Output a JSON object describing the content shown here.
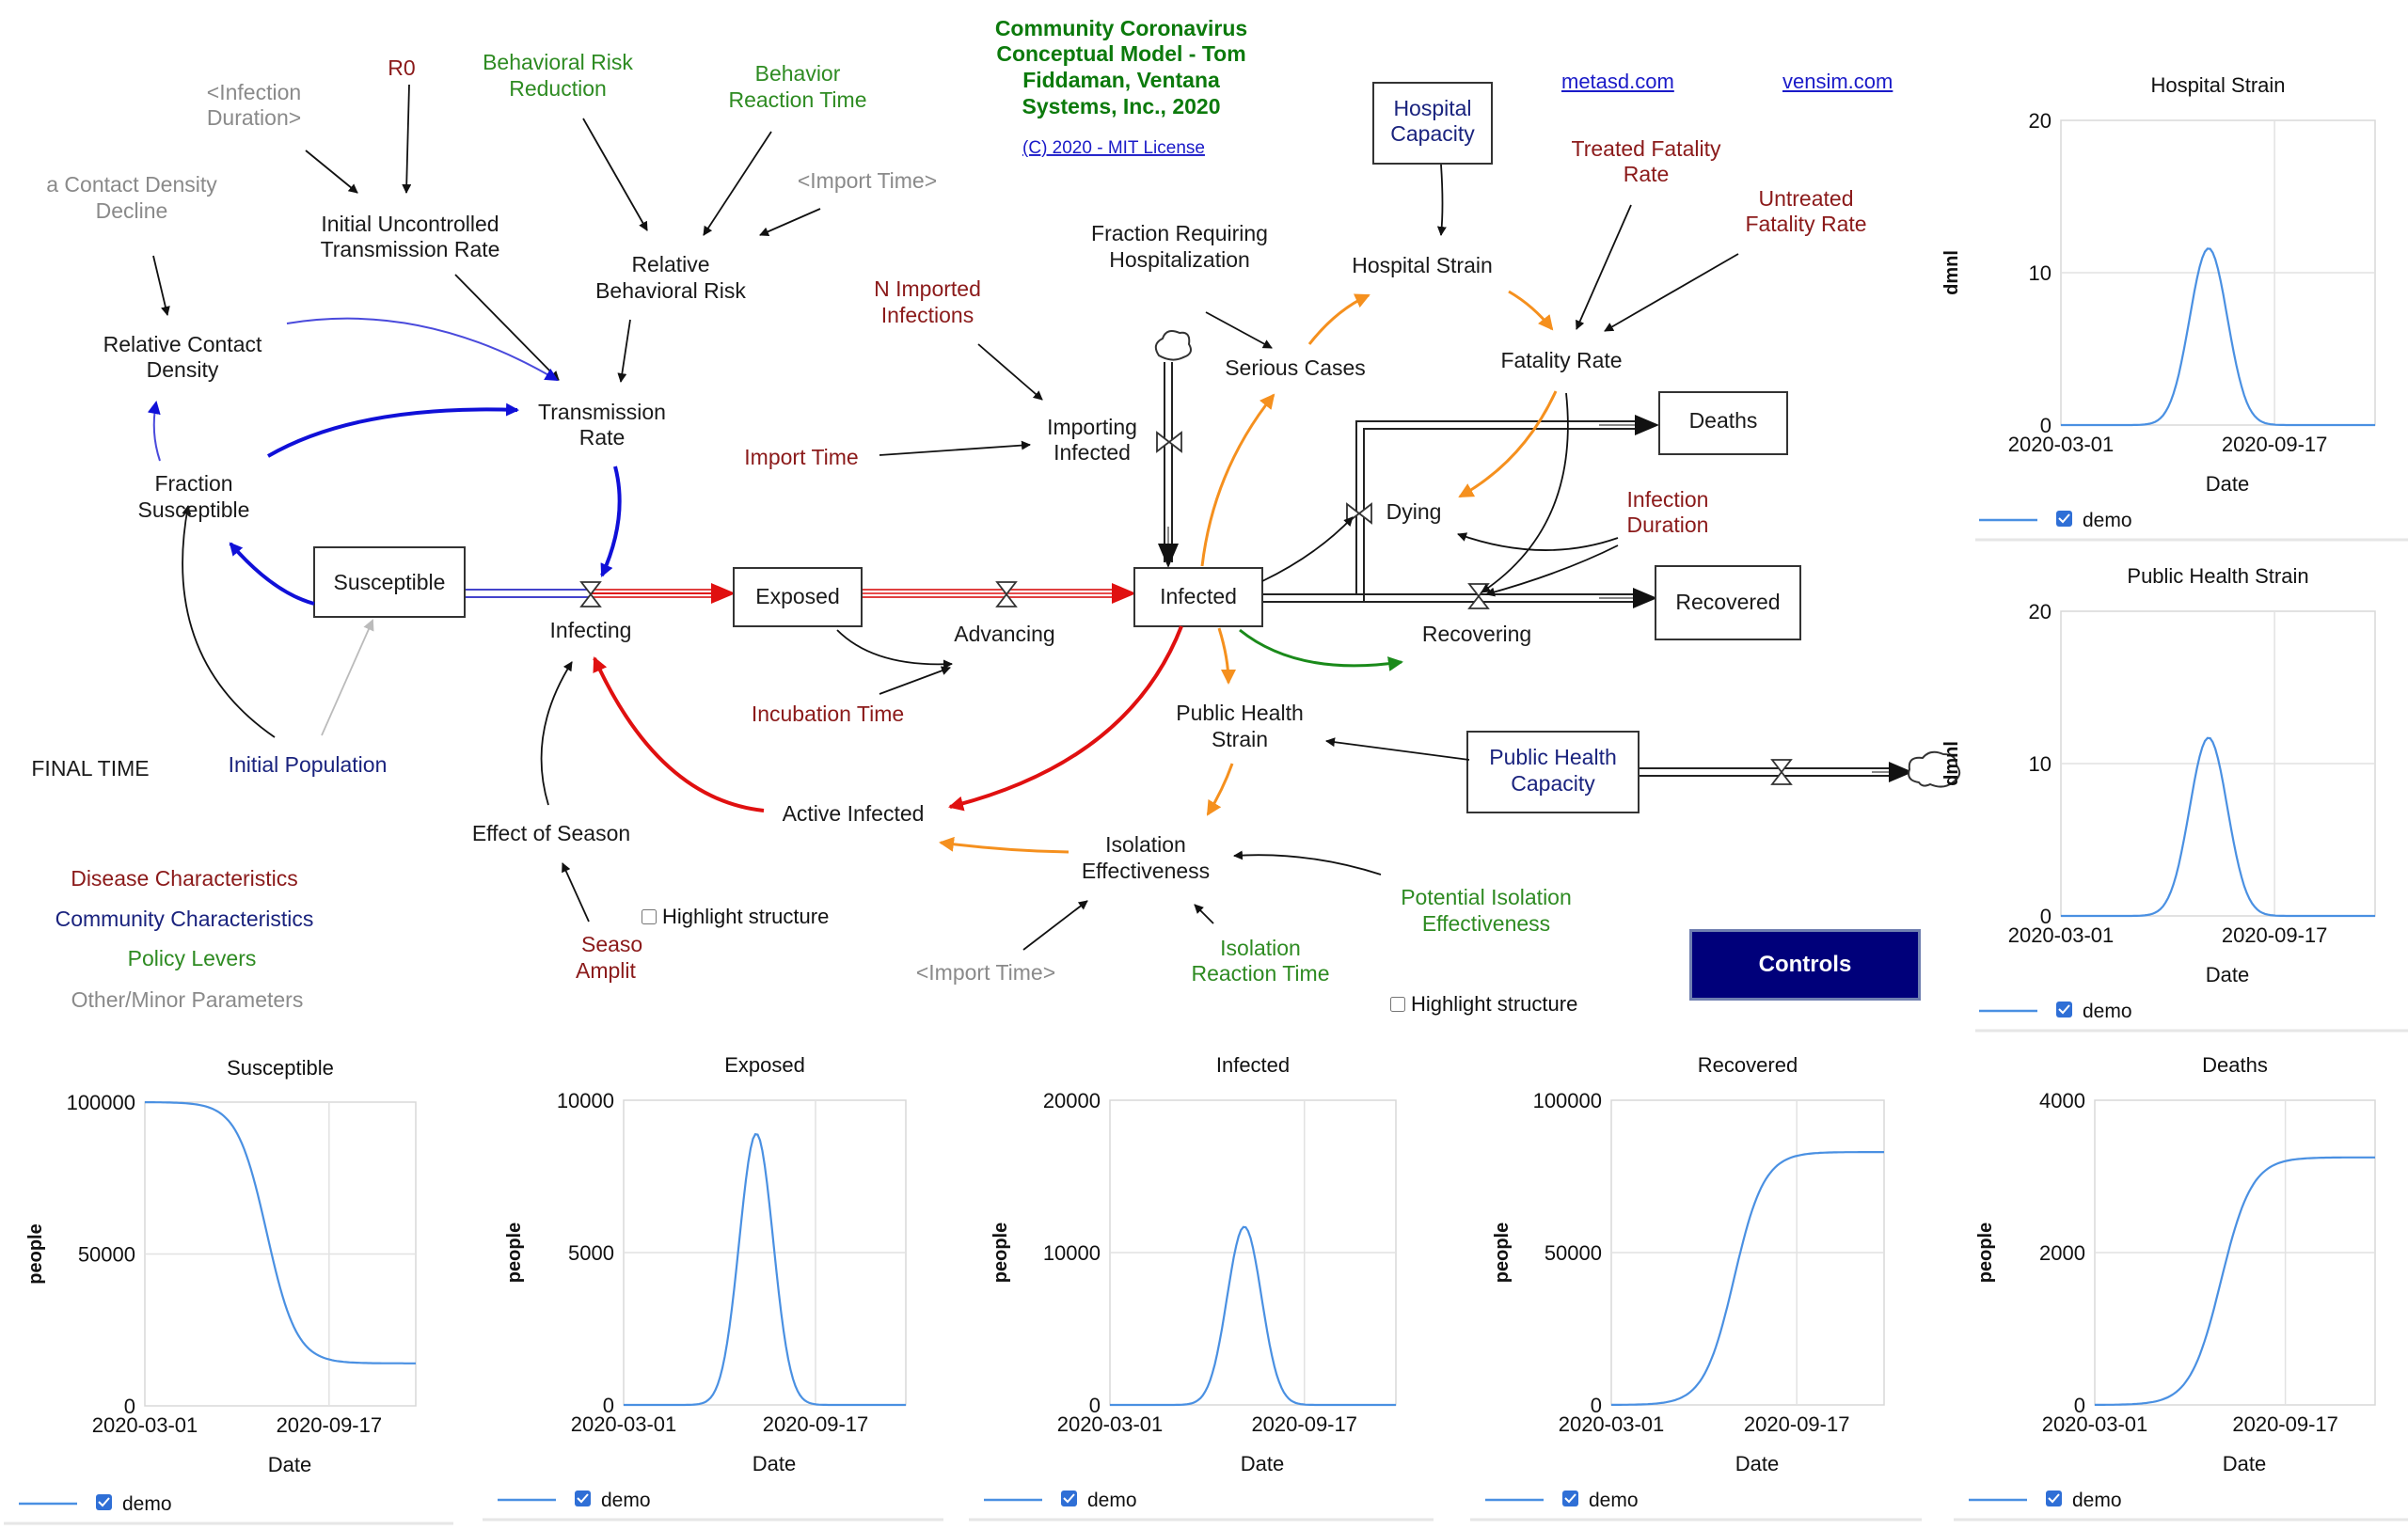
{
  "title": {
    "line1": "Community Coronavirus",
    "line2": "Conceptual Model - Tom",
    "line3": "Fiddaman, Ventana",
    "line4": "Systems, Inc., 2020",
    "license": "(C) 2020 - MIT License"
  },
  "links": {
    "metasd": "metasd.com",
    "vensim": "vensim.com"
  },
  "controls_label": "Controls",
  "highlight_label": "Highlight structure",
  "legend_keys": {
    "disease": "Disease Characteristics",
    "community": "Community Characteristics",
    "policy": "Policy Levers",
    "other": "Other/Minor Parameters"
  },
  "colors": {
    "disease": "#8b1a1a",
    "community": "#1a237e",
    "policy": "#2e8b22",
    "other": "#8a8a8a",
    "curve": "#4a90e2",
    "button": "#00007a"
  },
  "stocks": {
    "susceptible": "Susceptible",
    "exposed": "Exposed",
    "infected": "Infected",
    "deaths": "Deaths",
    "recovered": "Recovered",
    "hospital_capacity_1": "Hospital",
    "hospital_capacity_2": "Capacity",
    "ph_capacity_1": "Public Health",
    "ph_capacity_2": "Capacity"
  },
  "vars": {
    "infection_duration_shadow_1": "<Infection",
    "infection_duration_shadow_2": "Duration>",
    "r0": "R0",
    "behavioral_risk_reduction_1": "Behavioral Risk",
    "behavioral_risk_reduction_2": "Reduction",
    "behavior_reaction_time_1": "Behavior",
    "behavior_reaction_time_2": "Reaction Time",
    "import_time_shadow": "<Import Time>",
    "contact_density_decline_1": "a Contact Density",
    "contact_density_decline_2": "Decline",
    "initial_uncontrolled_1": "Initial Uncontrolled",
    "initial_uncontrolled_2": "Transmission Rate",
    "relative_behavioral_risk_1": "Relative",
    "relative_behavioral_risk_2": "Behavioral Risk",
    "n_imported_1": "N Imported",
    "n_imported_2": "Infections",
    "relative_contact_density_1": "Relative Contact",
    "relative_contact_density_2": "Density",
    "transmission_rate_1": "Transmission",
    "transmission_rate_2": "Rate",
    "importing_infected_1": "Importing",
    "importing_infected_2": "Infected",
    "import_time": "Import Time",
    "fraction_requiring_1": "Fraction Requiring",
    "fraction_requiring_2": "Hospitalization",
    "serious_cases": "Serious Cases",
    "hospital_strain": "Hospital Strain",
    "treated_fatality_1": "Treated Fatality",
    "treated_fatality_2": "Rate",
    "untreated_fatality_1": "Untreated",
    "untreated_fatality_2": "Fatality Rate",
    "fatality_rate": "Fatality Rate",
    "fraction_susceptible_1": "Fraction",
    "fraction_susceptible_2": "Susceptible",
    "dying": "Dying",
    "infection_duration_1": "Infection",
    "infection_duration_2": "Duration",
    "infecting": "Infecting",
    "advancing": "Advancing",
    "recovering": "Recovering",
    "incubation_time": "Incubation Time",
    "public_health_strain_1": "Public Health",
    "public_health_strain_2": "Strain",
    "final_time": "FINAL TIME",
    "initial_population": "Initial Population",
    "active_infected": "Active Infected",
    "effect_of_season": "Effect of Season",
    "isolation_effectiveness_1": "Isolation",
    "isolation_effectiveness_2": "Effectiveness",
    "potential_isolation_1": "Potential Isolation",
    "potential_isolation_2": "Effectiveness",
    "season_amplitude_1": "Seaso",
    "season_amplitude_2": "Amplit",
    "import_time_shadow2": "<Import Time>",
    "isolation_reaction_1": "Isolation",
    "isolation_reaction_2": "Reaction Time"
  },
  "chart_data": [
    {
      "type": "line",
      "title": "Hospital Strain",
      "xlabel": "Date",
      "ylabel": "dmnl",
      "x_ticks": [
        "2020-03-01",
        "2020-09-17"
      ],
      "y_ticks": [
        "0",
        "10",
        "20"
      ],
      "ylim": [
        0,
        20
      ],
      "grid": true,
      "legend": "demo",
      "shape": "peak",
      "peak_value": 11.6,
      "baseline": 0,
      "series": [
        {
          "name": "demo"
        }
      ]
    },
    {
      "type": "line",
      "title": "Public Health Strain",
      "xlabel": "Date",
      "ylabel": "dmnl",
      "x_ticks": [
        "2020-03-01",
        "2020-09-17"
      ],
      "y_ticks": [
        "0",
        "10",
        "20"
      ],
      "ylim": [
        0,
        20
      ],
      "grid": true,
      "legend": "demo",
      "shape": "peak",
      "peak_value": 11.7,
      "baseline": 0,
      "series": [
        {
          "name": "demo"
        }
      ]
    },
    {
      "type": "line",
      "title": "Susceptible",
      "xlabel": "Date",
      "ylabel": "people",
      "x_ticks": [
        "2020-03-01",
        "2020-09-17"
      ],
      "y_ticks": [
        "0",
        "50000",
        "100000"
      ],
      "ylim": [
        0,
        100000
      ],
      "grid": true,
      "legend": "demo",
      "shape": "decline",
      "start_value": 100000,
      "end_value": 14000,
      "series": [
        {
          "name": "demo"
        }
      ]
    },
    {
      "type": "line",
      "title": "Exposed",
      "xlabel": "Date",
      "ylabel": "people",
      "x_ticks": [
        "2020-03-01",
        "2020-09-17"
      ],
      "y_ticks": [
        "0",
        "5000",
        "10000"
      ],
      "ylim": [
        0,
        10000
      ],
      "grid": true,
      "legend": "demo",
      "shape": "peak",
      "peak_value": 8900,
      "baseline": 0,
      "series": [
        {
          "name": "demo"
        }
      ]
    },
    {
      "type": "line",
      "title": "Infected",
      "xlabel": "Date",
      "ylabel": "people",
      "x_ticks": [
        "2020-03-01",
        "2020-09-17"
      ],
      "y_ticks": [
        "0",
        "10000",
        "20000"
      ],
      "ylim": [
        0,
        20000
      ],
      "grid": true,
      "legend": "demo",
      "shape": "peak",
      "peak_value": 11700,
      "baseline": 0,
      "series": [
        {
          "name": "demo"
        }
      ]
    },
    {
      "type": "line",
      "title": "Recovered",
      "xlabel": "Date",
      "ylabel": "people",
      "x_ticks": [
        "2020-03-01",
        "2020-09-17"
      ],
      "y_ticks": [
        "0",
        "50000",
        "100000"
      ],
      "ylim": [
        0,
        100000
      ],
      "grid": true,
      "legend": "demo",
      "shape": "rise",
      "start_value": 0,
      "end_value": 83000,
      "series": [
        {
          "name": "demo"
        }
      ]
    },
    {
      "type": "line",
      "title": "Deaths",
      "xlabel": "Date",
      "ylabel": "people",
      "x_ticks": [
        "2020-03-01",
        "2020-09-17"
      ],
      "y_ticks": [
        "0",
        "2000",
        "4000"
      ],
      "ylim": [
        0,
        4000
      ],
      "grid": true,
      "legend": "demo",
      "shape": "rise",
      "start_value": 0,
      "end_value": 3250,
      "series": [
        {
          "name": "demo"
        }
      ]
    }
  ]
}
